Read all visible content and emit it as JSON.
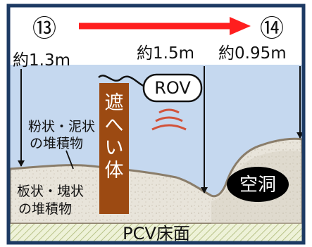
{
  "points": {
    "start": "⑬",
    "end": "⑭"
  },
  "distances": {
    "left": "約1.3m",
    "middle": "約1.5m",
    "right": "約0.95m"
  },
  "labels": {
    "powder_deposit_line1": "粉状・泥状",
    "powder_deposit_line2": "の堆積物",
    "plate_deposit_line1": "板状・塊状",
    "plate_deposit_line2": "の堆積物",
    "shield_wall_chars": [
      "遮",
      "へ",
      "い",
      "体"
    ],
    "rov": "ROV",
    "void": "空洞",
    "floor": "PCV床面"
  },
  "colors": {
    "water": "#c5d8ef",
    "frame": "#1d3a63",
    "arrow": "#ff1e1e",
    "shield_wall": "#9c4a12",
    "deposit": "#e6e1d6",
    "deposit_edge": "#8a7d6a",
    "void_fill": "#000000"
  }
}
